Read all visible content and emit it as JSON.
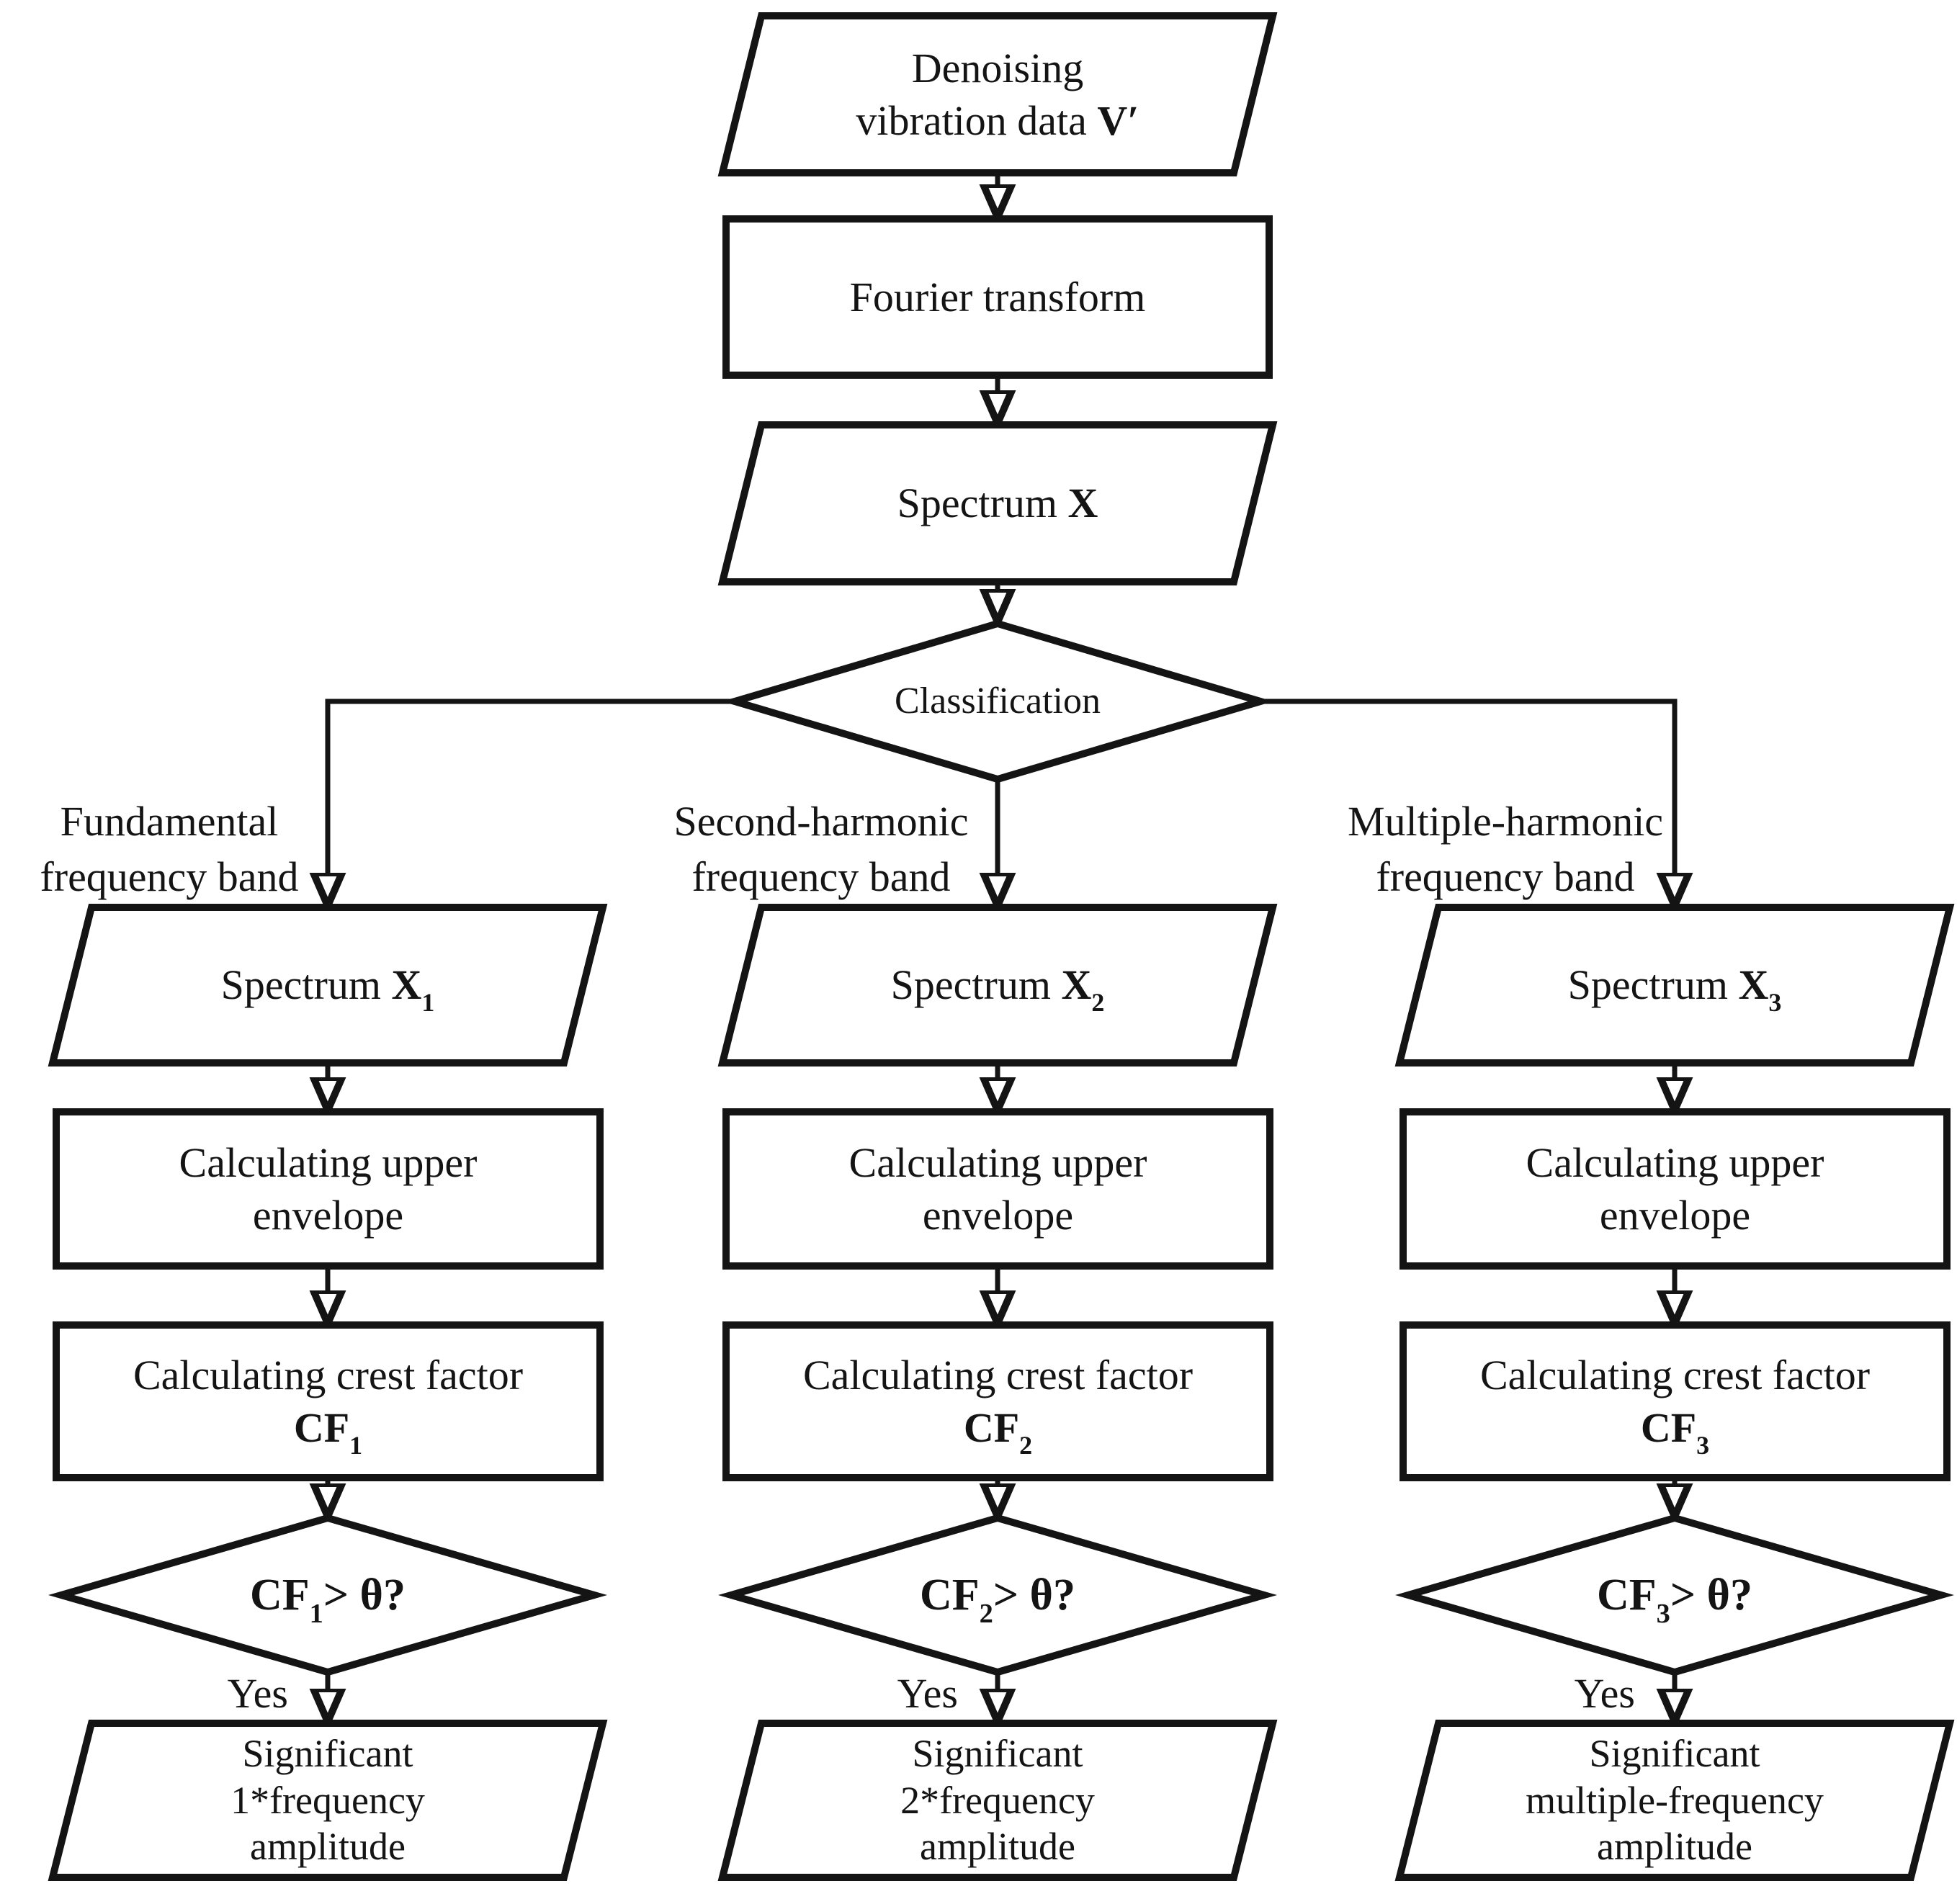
{
  "diagram": {
    "type": "flowchart",
    "background_color": "#ffffff",
    "line_color": "#141414",
    "nodes": {
      "denoise_line1": "Denoising",
      "denoise_line2": "vibration data ",
      "denoise_var": "V′",
      "fourier": "Fourier transform",
      "spectrum_label": "Spectrum ",
      "spectrum_var": "X",
      "classification": "Classification"
    },
    "branches": [
      {
        "band_line1": "Fundamental",
        "band_line2": "frequency band",
        "spectrum_label": "Spectrum ",
        "spectrum_var": "X",
        "spectrum_sub": "1",
        "envelope_line1": "Calculating upper",
        "envelope_line2": "envelope",
        "crest_line1": "Calculating crest factor",
        "crest_var": "CF",
        "crest_sub": "1",
        "decision_var": "CF",
        "decision_sub": "1",
        "decision_rest": "> θ?",
        "yes_label": "Yes",
        "result_line1": "Significant",
        "result_line2": "1*frequency",
        "result_line3": "amplitude"
      },
      {
        "band_line1": "Second-harmonic",
        "band_line2": "frequency band",
        "spectrum_label": "Spectrum ",
        "spectrum_var": "X",
        "spectrum_sub": "2",
        "envelope_line1": "Calculating upper",
        "envelope_line2": "envelope",
        "crest_line1": "Calculating crest factor",
        "crest_var": "CF",
        "crest_sub": "2",
        "decision_var": "CF",
        "decision_sub": "2",
        "decision_rest": "> θ?",
        "yes_label": "Yes",
        "result_line1": "Significant",
        "result_line2": "2*frequency",
        "result_line3": "amplitude"
      },
      {
        "band_line1": "Multiple-harmonic",
        "band_line2": "frequency band",
        "spectrum_label": "Spectrum ",
        "spectrum_var": "X",
        "spectrum_sub": "3",
        "envelope_line1": "Calculating upper",
        "envelope_line2": "envelope",
        "crest_line1": "Calculating crest factor",
        "crest_var": "CF",
        "crest_sub": "3",
        "decision_var": "CF",
        "decision_sub": "3",
        "decision_rest": "> θ?",
        "yes_label": "Yes",
        "result_line1": "Significant",
        "result_line2": "multiple-frequency",
        "result_line3": "amplitude"
      }
    ]
  }
}
